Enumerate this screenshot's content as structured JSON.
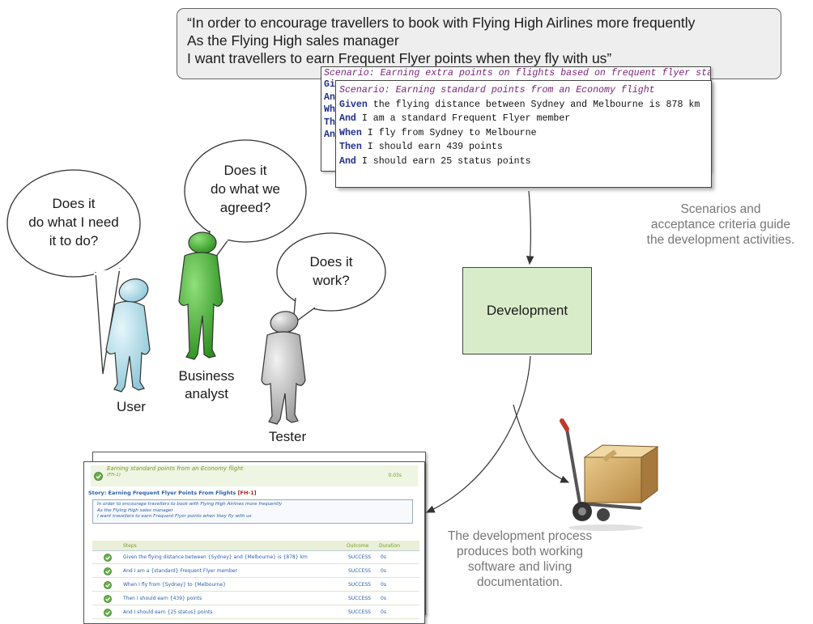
{
  "story": {
    "lines": [
      "“In order to encourage travellers to book with Flying High Airlines more frequently",
      "As the Flying High sales manager",
      "I want travellers to earn Frequent Flyer points when they fly with us”"
    ]
  },
  "scenario_back": {
    "title": "Scenario: Earning extra points on flights based on frequent flyer status",
    "stubs": [
      "Gi",
      "An",
      "Whe",
      "The",
      "An"
    ]
  },
  "scenario_front": {
    "title": "Scenario: Earning standard points from an Economy flight",
    "steps": [
      {
        "keyword": "Given",
        "text": " the flying distance between Sydney and Melbourne is 878 km"
      },
      {
        "keyword": "And",
        "text": " I am a standard Frequent Flyer member"
      },
      {
        "keyword": "When",
        "text": " I fly from Sydney to Melbourne"
      },
      {
        "keyword": "Then",
        "text": " I should earn 439 points"
      },
      {
        "keyword": "And",
        "text": " I should earn 25 status points"
      }
    ]
  },
  "captions": {
    "scenarios": [
      "Scenarios and",
      "acceptance criteria guide",
      "the development activities."
    ],
    "process": [
      "The development process",
      "produces both working",
      "software and living",
      "documentation."
    ]
  },
  "bubbles": {
    "user": [
      "Does it",
      "do what I need",
      "it to do?"
    ],
    "analyst": [
      "Does it",
      "do what we",
      "agreed?"
    ],
    "tester": [
      "Does it",
      "work?"
    ]
  },
  "people": {
    "user": "User",
    "analyst": [
      "Business",
      "analyst"
    ],
    "tester": "Tester"
  },
  "development_label": "Development",
  "report": {
    "scenario_name": "Earning standard points from an Economy flight",
    "scenario_tag": "(FH-1)",
    "scenario_duration": "0.03s",
    "story_prefix": "Story: Earning Frequent Flyer Points From Flights ",
    "story_tag": "[FH-1]",
    "narrative": [
      "In order to encourage travellers to book with Flying High Airlines more frequently",
      "As the Flying High sales manager",
      "I want travellers to earn Frequent Flyer points when they fly with us"
    ],
    "headers": {
      "steps": "Steps",
      "outcome": "Outcome",
      "duration": "Duration"
    },
    "steps": [
      {
        "text": "Given the flying distance between {Sydney} and {Melbourne} is {878} km",
        "outcome": "SUCCESS",
        "duration": "0s"
      },
      {
        "text": "And I am a {standard} Frequent Flyer member",
        "outcome": "SUCCESS",
        "duration": "0s"
      },
      {
        "text": "When I fly from {Sydney} to {Melbourne}",
        "outcome": "SUCCESS",
        "duration": "0s"
      },
      {
        "text": "Then I should earn {439} points",
        "outcome": "SUCCESS",
        "duration": "0s"
      },
      {
        "text": "And I should earn {25 status} points",
        "outcome": "SUCCESS",
        "duration": "0s"
      }
    ]
  },
  "colors": {
    "user_figure": "#a9d8e6",
    "analyst_figure": "#3fa92f",
    "tester_figure": "#c8c8c8",
    "development_fill": "#d9ecc9"
  }
}
